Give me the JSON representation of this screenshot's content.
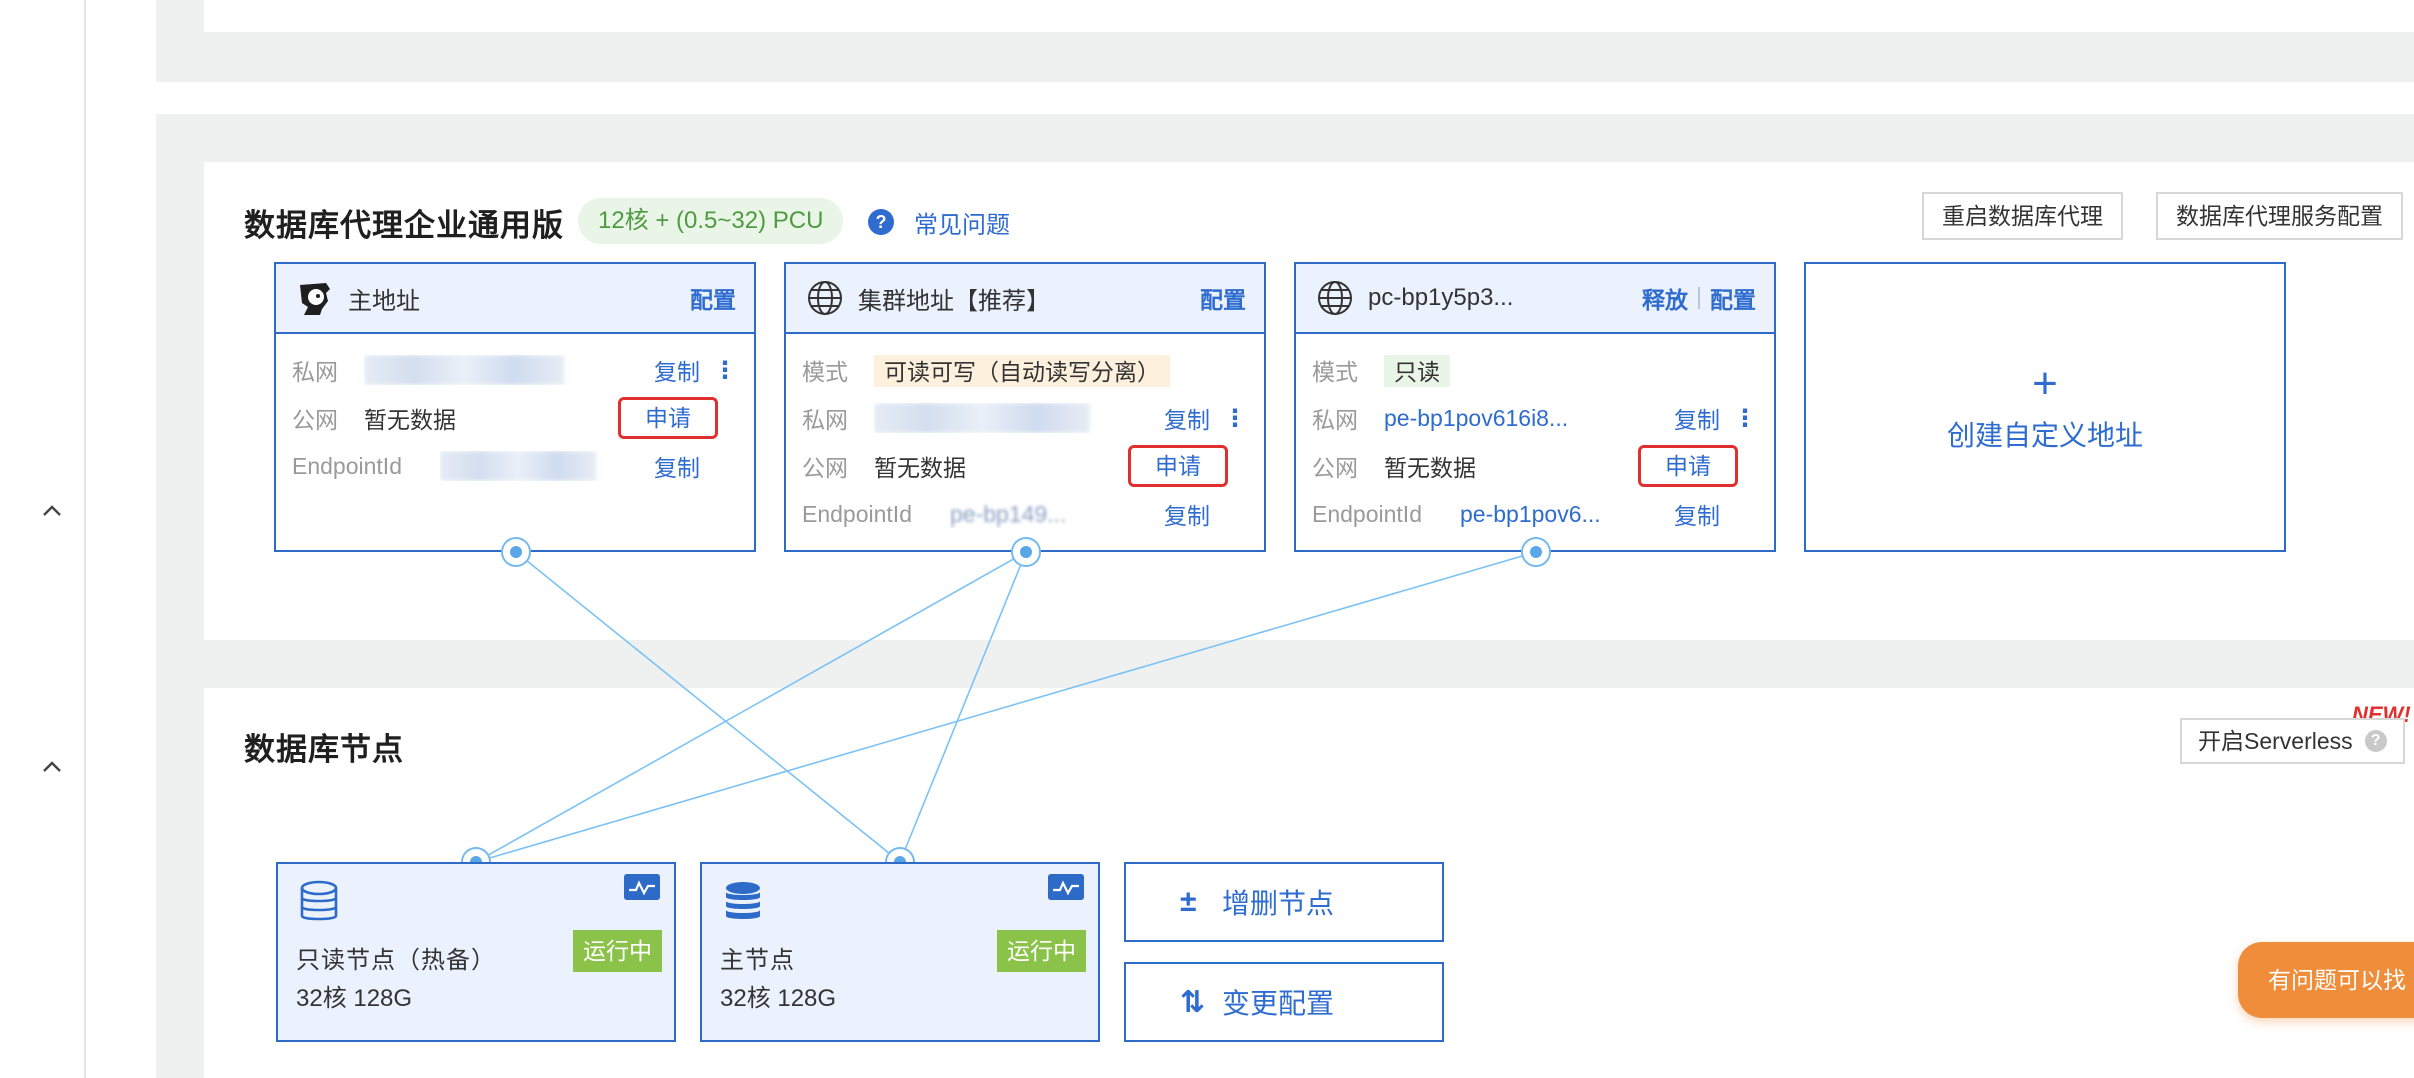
{
  "proxy": {
    "title": "数据库代理企业通用版",
    "pcu_badge": "12核 + (0.5~32) PCU",
    "faq_label": "常见问题",
    "restart_label": "重启数据库代理",
    "service_config_label": "数据库代理服务配置",
    "endpoints": [
      {
        "title": "主地址",
        "actions": [
          "配置"
        ],
        "rows": [
          {
            "label": "私网",
            "value": "",
            "blurred": true,
            "action": "复制",
            "more": true
          },
          {
            "label": "公网",
            "value": "暂无数据",
            "action": "申请",
            "highlight": true
          },
          {
            "label": "EndpointId",
            "value": "",
            "blurred": true,
            "action": "复制"
          }
        ]
      },
      {
        "title": "集群地址【推荐】",
        "actions": [
          "配置"
        ],
        "rows": [
          {
            "label": "模式",
            "value": "可读可写（自动读写分离）",
            "tag": "mode"
          },
          {
            "label": "私网",
            "value": "",
            "blurred": true,
            "action": "复制",
            "more": true
          },
          {
            "label": "公网",
            "value": "暂无数据",
            "action": "申请",
            "highlight": true
          },
          {
            "label": "EndpointId",
            "value": "pe-bp149...",
            "blurred": true,
            "action": "复制"
          }
        ]
      },
      {
        "title": "pc-bp1y5p3...",
        "actions": [
          "释放",
          "配置"
        ],
        "rows": [
          {
            "label": "模式",
            "value": "只读",
            "tag": "ro"
          },
          {
            "label": "私网",
            "value": "pe-bp1pov616i8...",
            "link": true,
            "action": "复制",
            "more": true
          },
          {
            "label": "公网",
            "value": "暂无数据",
            "action": "申请",
            "highlight": true
          },
          {
            "label": "EndpointId",
            "value": "pe-bp1pov6...",
            "link": true,
            "action": "复制"
          }
        ]
      }
    ],
    "add_endpoint_plus": "+",
    "add_endpoint_label": "创建自定义地址"
  },
  "nodes": {
    "title": "数据库节点",
    "serverless_label": "开启Serverless",
    "serverless_help": "?",
    "new_tag": "NEW!",
    "items": [
      {
        "name": "只读节点（热备）",
        "status": "运行中",
        "spec": "32核 128G"
      },
      {
        "name": "主节点",
        "status": "运行中",
        "spec": "32核 128G"
      }
    ],
    "add_remove_label": "增删节点",
    "change_config_label": "变更配置"
  },
  "help_bubble": "有问题可以找",
  "colors": {
    "accent": "#2f6ccf",
    "card_border": "#2e6bc8",
    "running": "#8bc34a",
    "highlight_box": "#e02f2f",
    "help_bubble": "#f08d3a",
    "panel_bg": "#eff1f1"
  }
}
